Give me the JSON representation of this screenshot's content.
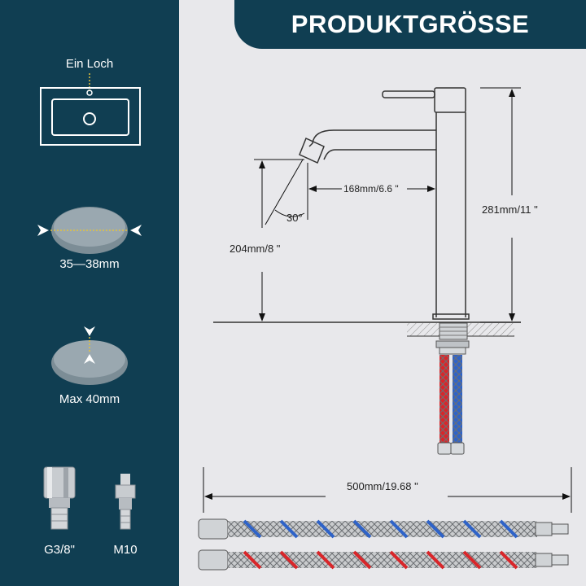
{
  "header": {
    "title": "PRODUKTGRÖSSE"
  },
  "sidebar": {
    "hole_label": "Ein Loch",
    "diameter_label": "35—38mm",
    "thickness_label": "Max 40mm",
    "connector_left_label": "G3/8\"",
    "connector_right_label": "M10"
  },
  "dimensions": {
    "spout_reach": "168mm/6.6 \"",
    "total_height": "281mm/11 \"",
    "spout_height": "204mm/8 \"",
    "spout_angle": "30°",
    "hose_length": "500mm/19.68 \""
  },
  "colors": {
    "panel": "#103e52",
    "hose_hot": "#d9262a",
    "hose_cold": "#2f63c8"
  }
}
